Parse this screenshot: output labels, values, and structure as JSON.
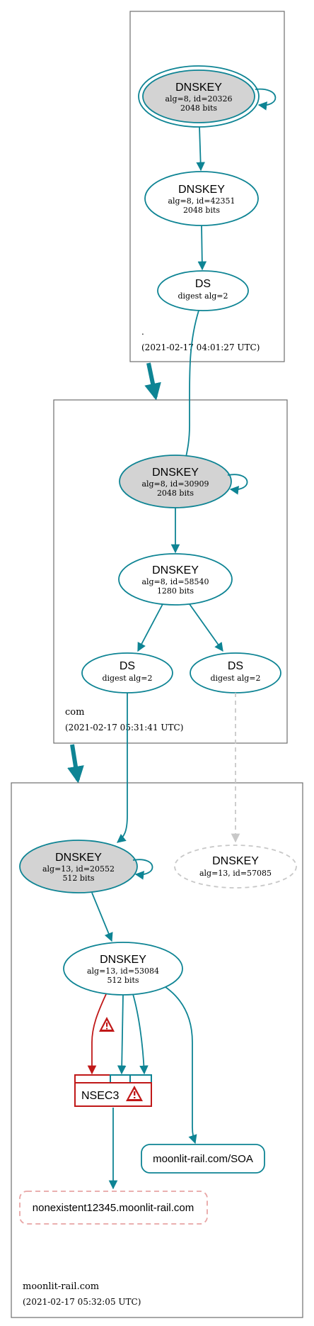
{
  "colors": {
    "teal": "#0e8494",
    "red": "#c01818",
    "grey_fill": "#d3d3d3",
    "dashed_grey": "#c8c8c8",
    "dashed_pink": "#e8a5a5"
  },
  "zones": {
    "root": {
      "name": ".",
      "timestamp": "(2021-02-17 04:01:27 UTC)"
    },
    "com": {
      "name": "com",
      "timestamp": "(2021-02-17 05:31:41 UTC)"
    },
    "moonlit": {
      "name": "moonlit-rail.com",
      "timestamp": "(2021-02-17 05:32:05 UTC)"
    }
  },
  "nodes": {
    "root_ksk": {
      "title": "DNSKEY",
      "line1": "alg=8, id=20326",
      "line2": "2048 bits"
    },
    "root_zsk": {
      "title": "DNSKEY",
      "line1": "alg=8, id=42351",
      "line2": "2048 bits"
    },
    "root_ds": {
      "title": "DS",
      "line1": "digest alg=2"
    },
    "com_ksk": {
      "title": "DNSKEY",
      "line1": "alg=8, id=30909",
      "line2": "2048 bits"
    },
    "com_zsk": {
      "title": "DNSKEY",
      "line1": "alg=8, id=58540",
      "line2": "1280 bits"
    },
    "com_ds1": {
      "title": "DS",
      "line1": "digest alg=2"
    },
    "com_ds2": {
      "title": "DS",
      "line1": "digest alg=2"
    },
    "m_ksk": {
      "title": "DNSKEY",
      "line1": "alg=13, id=20552",
      "line2": "512 bits"
    },
    "m_missing": {
      "title": "DNSKEY",
      "line1": "alg=13, id=57085"
    },
    "m_zsk": {
      "title": "DNSKEY",
      "line1": "alg=13, id=53084",
      "line2": "512 bits"
    },
    "nsec3": {
      "title": "NSEC3"
    },
    "soa": {
      "title": "moonlit-rail.com/SOA"
    },
    "nxdomain": {
      "title": "nonexistent12345.moonlit-rail.com"
    }
  }
}
